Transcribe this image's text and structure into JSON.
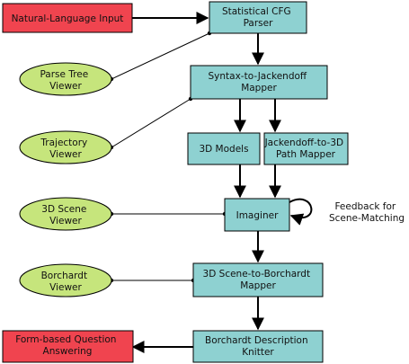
{
  "colors": {
    "process": "#8ed1d1",
    "input_output": "#f0444f",
    "viewer": "#c6e57c",
    "stroke": "#000000"
  },
  "nodes": {
    "input": [
      "Natural-Language Input"
    ],
    "parser": [
      "Statistical CFG",
      "Parser"
    ],
    "syntax_mapper": [
      "Syntax-to-Jackendoff",
      "Mapper"
    ],
    "models": [
      "3D Models"
    ],
    "path_mapper": [
      "Jackendoff-to-3D",
      "Path Mapper"
    ],
    "imaginer": [
      "Imaginer"
    ],
    "scene_mapper": [
      "3D Scene-to-Borchardt",
      "Mapper"
    ],
    "knitter": [
      "Borchardt Description",
      "Knitter"
    ],
    "qa": [
      "Form-based Question",
      "Answering"
    ]
  },
  "viewers": {
    "parse_tree": [
      "Parse Tree",
      "Viewer"
    ],
    "trajectory": [
      "Trajectory",
      "Viewer"
    ],
    "scene": [
      "3D Scene",
      "Viewer"
    ],
    "borchardt": [
      "Borchardt",
      "Viewer"
    ]
  },
  "feedback_label": [
    "Feedback for",
    "Scene-Matching"
  ]
}
